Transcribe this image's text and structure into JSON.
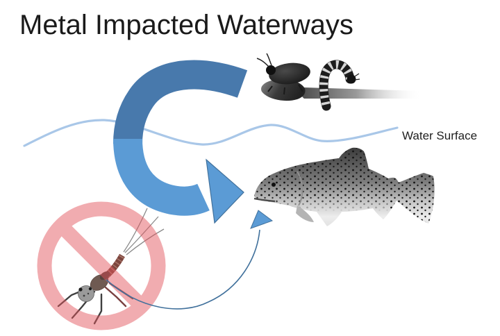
{
  "title": "Metal Impacted Waterways",
  "labels": {
    "water_surface": "Water Surface"
  },
  "colors": {
    "title-color": "#1a1a1a",
    "dark-arrow-blue": "#4879ac",
    "light-arrow-blue": "#5b9bd5",
    "arrow-outline-blue": "#41719c",
    "wave-blue": "#a9c7e8",
    "sign-red": "#e2545c"
  },
  "figures": {
    "terrestrial_insects": "beetle-and-caterpillar-on-branch",
    "fish": "spotted-trout-facing-left",
    "prohibited_insect": "mayfly-nymph-in-no-symbol",
    "big_arrow": "curved-arrow-from-surface-to-fish",
    "small_arrow": "thin-curved-arrow-from-mayfly-to-fish"
  }
}
